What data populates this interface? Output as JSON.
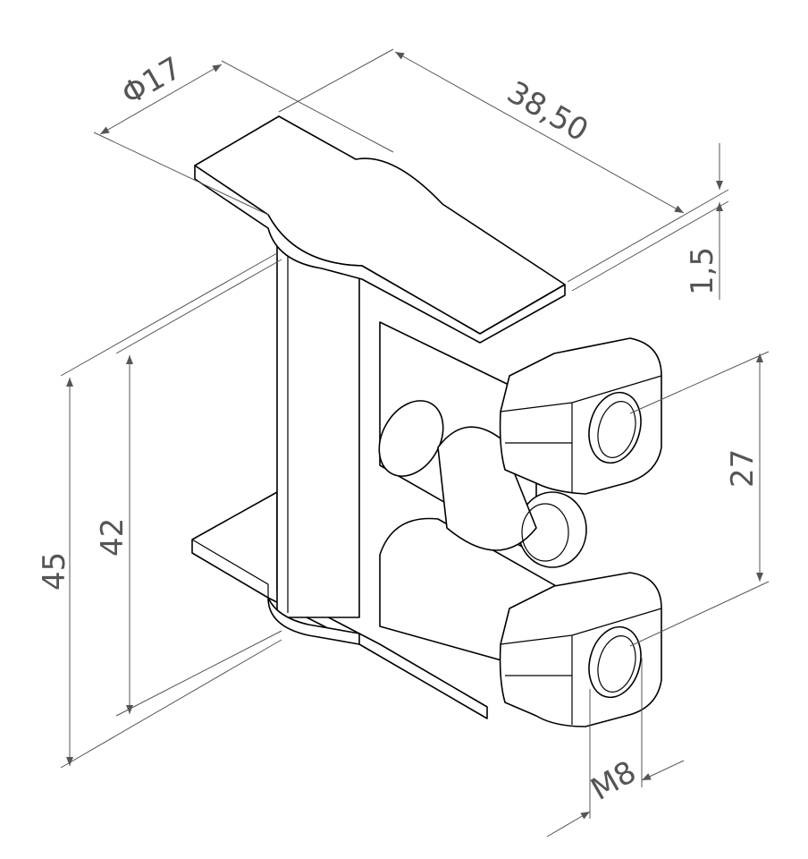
{
  "drawing": {
    "dimensions": {
      "diameter": "Φ17",
      "length": "38,50",
      "thickness": "1,5",
      "nut_spacing": "27",
      "inner_height": "42",
      "overall_height": "45",
      "thread": "M8"
    },
    "colors": {
      "line": "#000000",
      "dimension": "#555555",
      "background": "#ffffff"
    }
  }
}
